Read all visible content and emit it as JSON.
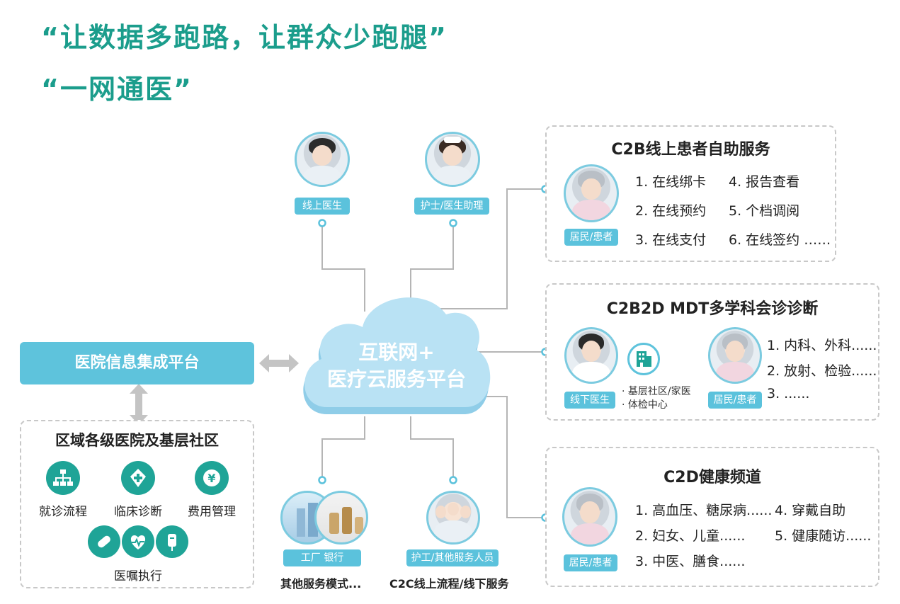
{
  "slogans": {
    "line1": "“让数据多跑路，让群众少跑腿”",
    "line2": "“一网通医”"
  },
  "center": {
    "line1": "互联网+",
    "line2": "医疗云服务平台"
  },
  "hospital_platform": "医院信息集成平台",
  "region": {
    "title": "区域各级医院及基层社区",
    "items": [
      "就诊流程",
      "临床诊断",
      "费用管理"
    ],
    "order": "医嘱执行"
  },
  "roles": {
    "online_doctor": "线上医生",
    "nurse": "护士/医生助理",
    "factory_bank": "工厂   银行",
    "caregiver": "护工/其他服务人员",
    "resident": "居民/患者",
    "offline_doctor": "线下医生"
  },
  "bottom_captions": {
    "other_mode": "其他服务模式...",
    "c2c": "C2C线上流程/线下服务"
  },
  "c2b": {
    "title": "C2B线上患者自助服务",
    "items": [
      "1. 在线绑卡",
      "2. 在线预约",
      "3. 在线支付",
      "4. 报告查看",
      "5. 个档调阅",
      "6. 在线签约  ……"
    ]
  },
  "mdt": {
    "title": "C2B2D MDT多学科会诊诊断",
    "notes": [
      "· 基层社区/家医",
      "· 体检中心"
    ],
    "items": [
      "1. 内科、外科......",
      "2. 放射、检验......",
      "3. ......"
    ]
  },
  "c2d": {
    "title": "C2D健康频道",
    "items": [
      "1. 高血压、糖尿病......",
      "2. 妇女、儿童......",
      "3. 中医、膳食......",
      "4. 穿戴自助",
      "5. 健康随访......"
    ]
  },
  "colors": {
    "accent_green": "#1b9d8c",
    "accent_blue": "#5bc2dc",
    "cloud": "#a9d8ef",
    "line": "#b5b5b5"
  }
}
